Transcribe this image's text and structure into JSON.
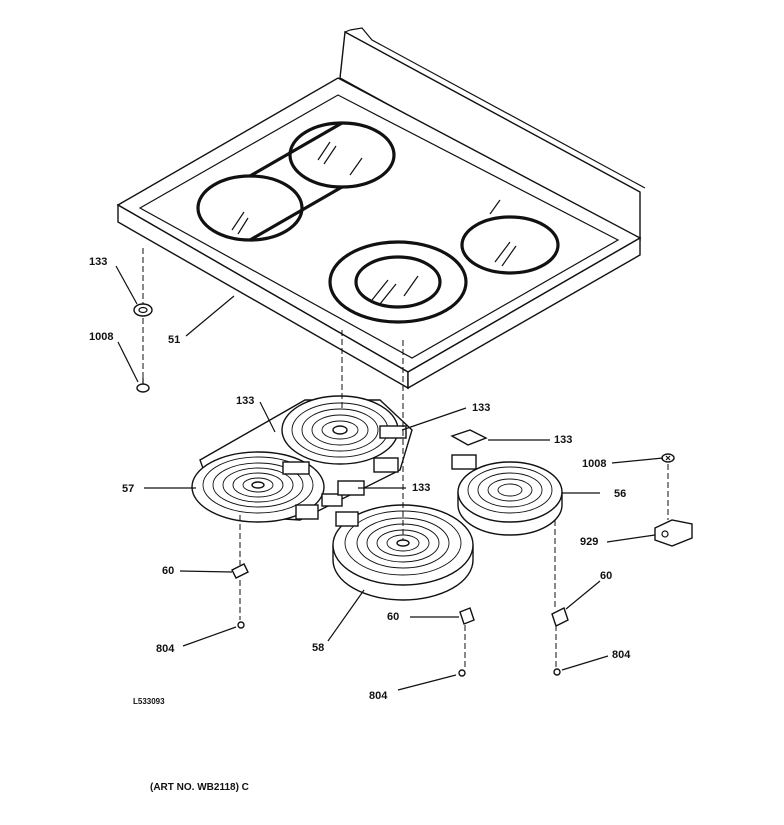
{
  "labels": {
    "l133a": "133",
    "l1008a": "1008",
    "l51": "51",
    "l133b": "133",
    "l133c": "133",
    "l133d": "133",
    "l133e": "133",
    "l57": "57",
    "l1008b": "1008",
    "l56": "56",
    "l929": "929",
    "l60a": "60",
    "l60b": "60",
    "l60c": "60",
    "l804a": "804",
    "l58": "58",
    "l804b": "804",
    "l804c": "804"
  },
  "figure_code": "L533093",
  "art_number": "(ART NO. WB2118) C"
}
